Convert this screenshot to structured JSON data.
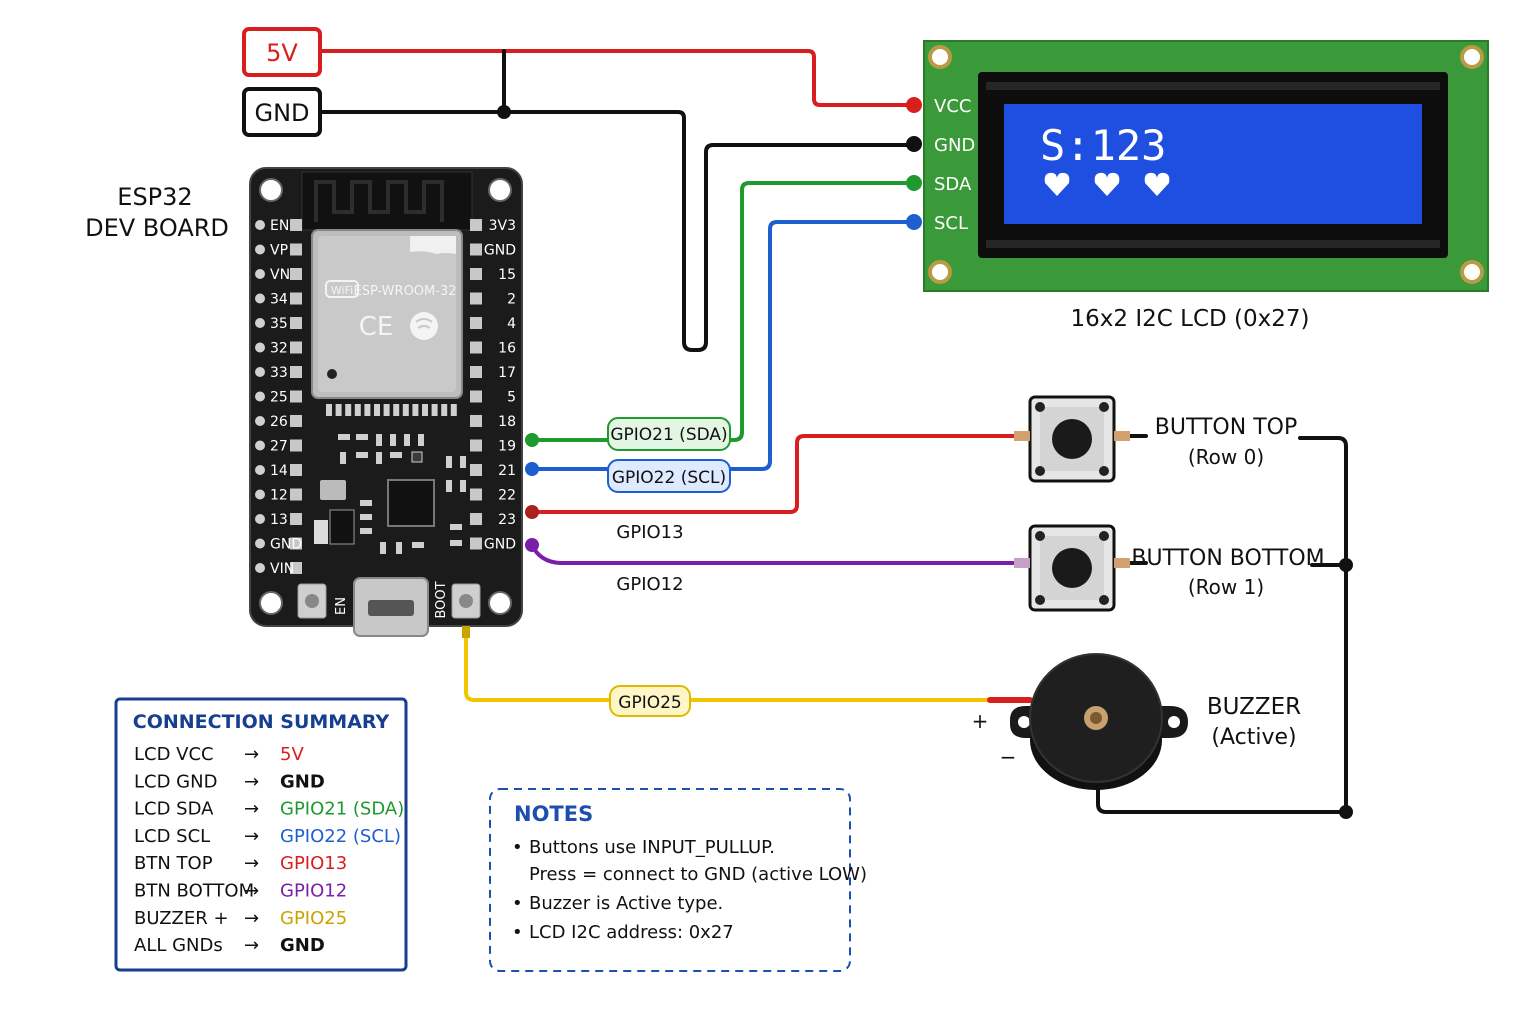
{
  "power": {
    "v5_label": "5V",
    "gnd_label": "GND"
  },
  "esp32": {
    "title_line1": "ESP32",
    "title_line2": "DEV BOARD",
    "module_label": "ESP-WROOM-32",
    "wifi_badge": "WiFi",
    "ce_mark": "CE",
    "left_pins": [
      "EN",
      "VP",
      "VN",
      "34",
      "35",
      "32",
      "33",
      "25",
      "26",
      "27",
      "14",
      "12",
      "13",
      "GND",
      "VIN"
    ],
    "right_pins": [
      "3V3",
      "GND",
      "15",
      "2",
      "4",
      "16",
      "17",
      "5",
      "18",
      "19",
      "21",
      "22",
      "23",
      "GND"
    ],
    "en_button_label": "EN",
    "boot_button_label": "BOOT"
  },
  "lcd": {
    "caption": "16x2 I2C LCD (0x27)",
    "pins": [
      "VCC",
      "GND",
      "SDA",
      "SCL"
    ],
    "display_line1": "S:123",
    "hearts": 3
  },
  "wires": {
    "sda_tag": "GPIO21 (SDA)",
    "scl_tag": "GPIO22 (SCL)",
    "gpio13_label": "GPIO13",
    "gpio12_label": "GPIO12",
    "gpio25_tag": "GPIO25"
  },
  "buttons": {
    "top_label": "BUTTON TOP",
    "top_sub": "(Row 0)",
    "bottom_label": "BUTTON BOTTOM",
    "bottom_sub": "(Row 1)"
  },
  "buzzer": {
    "label": "BUZZER",
    "sub": "(Active)",
    "plus": "+",
    "minus": "−"
  },
  "summary": {
    "title": "CONNECTION SUMMARY",
    "arrow": "→",
    "rows": [
      {
        "left": "LCD VCC",
        "right": "5V",
        "color": "#d81e1e"
      },
      {
        "left": "LCD GND",
        "right": "GND",
        "color": "#111111"
      },
      {
        "left": "LCD SDA",
        "right": "GPIO21 (SDA)",
        "color": "#1e9a2e"
      },
      {
        "left": "LCD SCL",
        "right": "GPIO22 (SCL)",
        "color": "#1e5fd0"
      },
      {
        "left": "BTN TOP",
        "right": "GPIO13",
        "color": "#d81e1e"
      },
      {
        "left": "BTN BOTTOM",
        "right": "GPIO12",
        "color": "#7a1fa8"
      },
      {
        "left": "BUZZER +",
        "right": "GPIO25",
        "color": "#c9a400"
      },
      {
        "left": "ALL GNDs",
        "right": "GND",
        "color": "#111111"
      }
    ]
  },
  "notes": {
    "title": "NOTES",
    "items": [
      {
        "line1": "Buttons use INPUT_PULLUP.",
        "line2": "Press = connect to GND (active LOW)"
      },
      {
        "line1": "Buzzer is Active type.",
        "line2": ""
      },
      {
        "line1": "LCD I2C address: 0x27",
        "line2": ""
      }
    ]
  },
  "colors": {
    "red": "#d81e1e",
    "black": "#111111",
    "green": "#1e9a2e",
    "blue": "#1e5fd0",
    "purple": "#7a1fa8",
    "yellow": "#f2c500",
    "lcd_board": "#3a9a3a",
    "lcd_screen": "#1f4fe0",
    "summary_border": "#163f8f",
    "notes_border": "#1e4fb0"
  }
}
